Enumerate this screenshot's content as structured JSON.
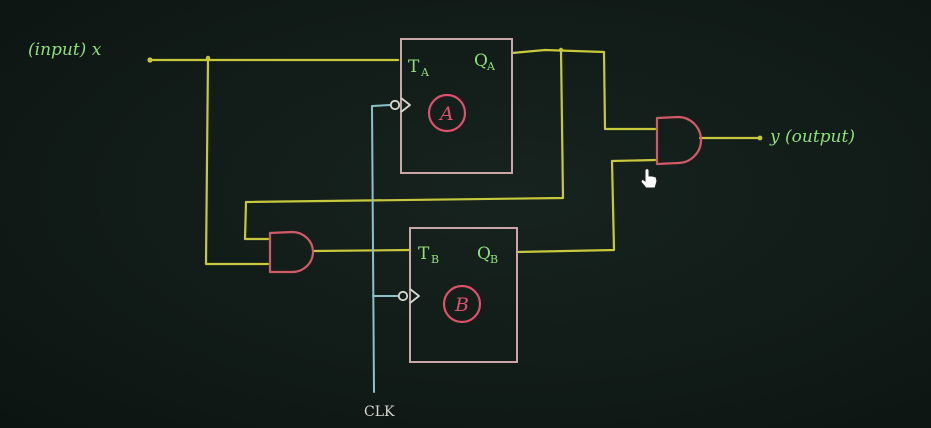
{
  "diagram": {
    "input_label": "(input) x",
    "output_label": "y (output)",
    "clock_label": "CLK",
    "flipflop_a": {
      "input_pin": "T",
      "input_sub": "A",
      "output_pin": "Q",
      "output_sub": "A",
      "name": "A"
    },
    "flipflop_b": {
      "input_pin": "T",
      "input_sub": "B",
      "output_pin": "Q",
      "output_sub": "B",
      "name": "B"
    },
    "gates": [
      "AND",
      "AND"
    ],
    "colors": {
      "background": "#0f1a16",
      "wire": "#c8c83c",
      "clock_wire": "#8fc0c7",
      "flipflop_box": "#c9a7a9",
      "gate": "#d05a66",
      "label": "#8fe07a",
      "flipflop_name": "#e0506a"
    },
    "icons": [
      "mouse-cursor-icon"
    ]
  }
}
